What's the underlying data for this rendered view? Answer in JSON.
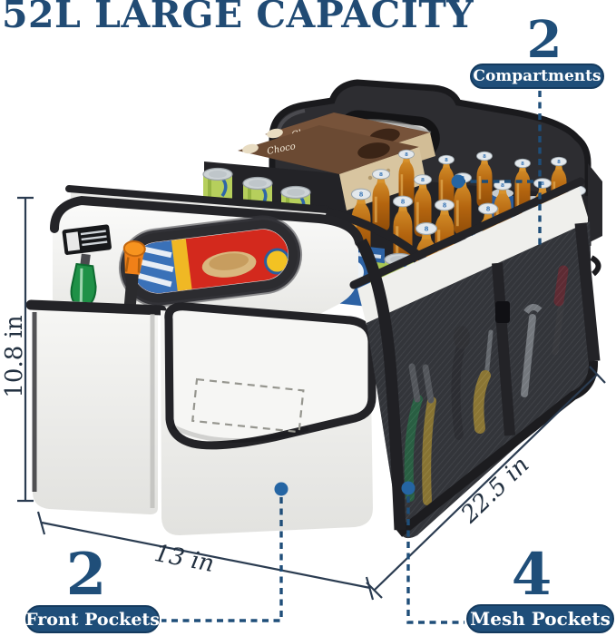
{
  "title": "52L LARGE CAPACITY",
  "callouts": {
    "compartments": {
      "number": "2",
      "label": "Compartments"
    },
    "front_pockets": {
      "number": "2",
      "label": "Front Pockets"
    },
    "mesh_pockets": {
      "number": "4",
      "label": "Mesh Pockets"
    }
  },
  "dimensions": {
    "height": "10.8 in",
    "width": "13 in",
    "length": "22.5 in"
  },
  "product": {
    "box_label": "Choco",
    "bottle_cap_text": "8"
  },
  "colors": {
    "accent": "#1f4e79",
    "title": "#214b74",
    "dot": "#2565a3",
    "dimension_line": "#2b3c51"
  }
}
